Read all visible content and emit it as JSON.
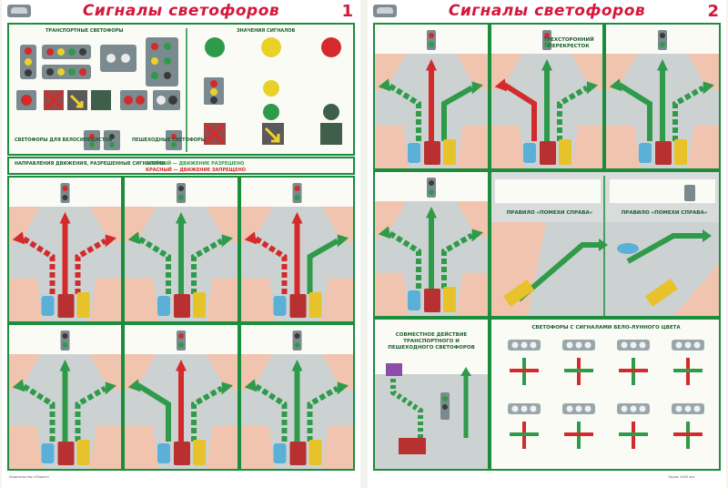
{
  "sheet1": {
    "title": "Сигналы светофоров",
    "number": "1",
    "legend": {
      "transport": "Транспортные светофоры",
      "meanings": "Значения сигналов",
      "cyclists": "Светофоры для велосипедистов",
      "pedestrian": "Пешеходные светофоры",
      "directions_title": "Направления движения, разрешенные сигналами",
      "green_note": "Зелёный — движение разрешено",
      "red_note": "Красный — движение запрещено"
    }
  },
  "sheet2": {
    "title": "Сигналы светофоров",
    "number": "2",
    "three_way": "Трехсторонний перекресток",
    "priority_left": "Правило «Помехи справа»",
    "priority_right": "Правило «Помехи справа»",
    "joint": "Совместное действие транспортного и пешеходного светофоров",
    "white_lunar": "Светофоры с сигналами бело-лунного цвета"
  },
  "colors": {
    "frame": "#1b8d3c",
    "title": "#d4173a",
    "road": "#ccd2d2",
    "building": "#f0c4ae",
    "arrow_green": "#2f9a4a",
    "arrow_red": "#d32b2b"
  },
  "footer_left": "Издательство «Плакат»",
  "footer_right": "Тираж 1000 экз."
}
